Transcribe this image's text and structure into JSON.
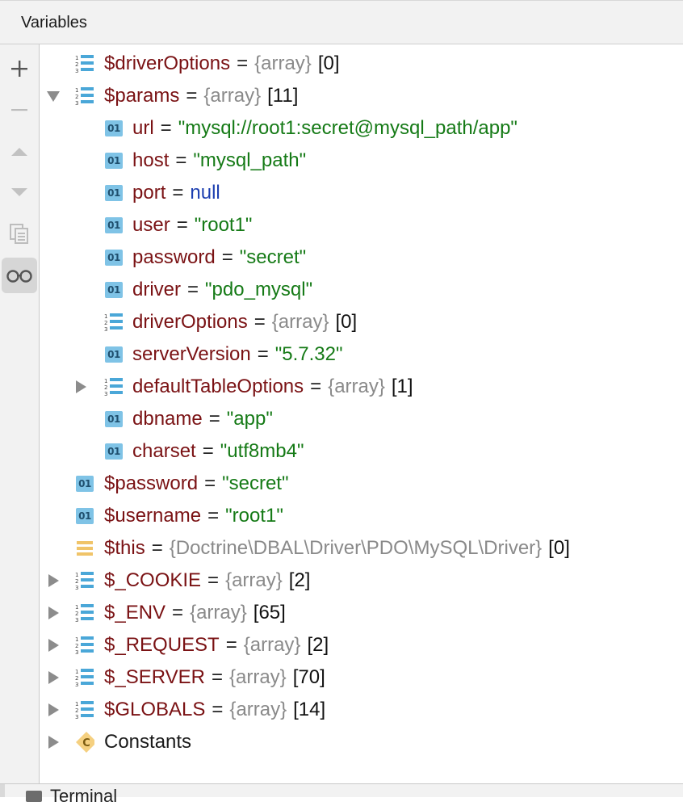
{
  "panel": {
    "title": "Variables"
  },
  "toolbar": {
    "buttons": [
      {
        "name": "add-watch-button",
        "icon": "plus-icon",
        "enabled": true
      },
      {
        "name": "remove-watch-button",
        "icon": "minus-icon",
        "enabled": false
      },
      {
        "name": "move-up-button",
        "icon": "triangle-up-icon",
        "enabled": false
      },
      {
        "name": "move-down-button",
        "icon": "triangle-down-icon",
        "enabled": false
      },
      {
        "name": "copy-button",
        "icon": "copy-icon",
        "enabled": false
      },
      {
        "name": "show-watches-toggle",
        "icon": "glasses-icon",
        "enabled": true,
        "active": true
      }
    ]
  },
  "variables": [
    {
      "indent": 1,
      "toggle": "none",
      "icon": "array",
      "name": "$driverOptions",
      "type": "{array}",
      "count": "[0]"
    },
    {
      "indent": 1,
      "toggle": "expanded",
      "icon": "array",
      "name": "$params",
      "type": "{array}",
      "count": "[11]"
    },
    {
      "indent": 2,
      "toggle": "none",
      "icon": "01",
      "name": "url",
      "value": "\"mysql://root1:secret@mysql_path/app\"",
      "value_kind": "string"
    },
    {
      "indent": 2,
      "toggle": "none",
      "icon": "01",
      "name": "host",
      "value": "\"mysql_path\"",
      "value_kind": "string"
    },
    {
      "indent": 2,
      "toggle": "none",
      "icon": "01",
      "name": "port",
      "value": "null",
      "value_kind": "keyword"
    },
    {
      "indent": 2,
      "toggle": "none",
      "icon": "01",
      "name": "user",
      "value": "\"root1\"",
      "value_kind": "string"
    },
    {
      "indent": 2,
      "toggle": "none",
      "icon": "01",
      "name": "password",
      "value": "\"secret\"",
      "value_kind": "string"
    },
    {
      "indent": 2,
      "toggle": "none",
      "icon": "01",
      "name": "driver",
      "value": "\"pdo_mysql\"",
      "value_kind": "string"
    },
    {
      "indent": 2,
      "toggle": "none",
      "icon": "array",
      "name": "driverOptions",
      "type": "{array}",
      "count": "[0]"
    },
    {
      "indent": 2,
      "toggle": "none",
      "icon": "01",
      "name": "serverVersion",
      "value": "\"5.7.32\"",
      "value_kind": "string"
    },
    {
      "indent": 2,
      "toggle": "collapsed",
      "icon": "array",
      "name": "defaultTableOptions",
      "type": "{array}",
      "count": "[1]"
    },
    {
      "indent": 2,
      "toggle": "none",
      "icon": "01",
      "name": "dbname",
      "value": "\"app\"",
      "value_kind": "string"
    },
    {
      "indent": 2,
      "toggle": "none",
      "icon": "01",
      "name": "charset",
      "value": "\"utf8mb4\"",
      "value_kind": "string"
    },
    {
      "indent": 1,
      "toggle": "none",
      "icon": "01",
      "name": "$password",
      "value": "\"secret\"",
      "value_kind": "string"
    },
    {
      "indent": 1,
      "toggle": "none",
      "icon": "01",
      "name": "$username",
      "value": "\"root1\"",
      "value_kind": "string"
    },
    {
      "indent": 1,
      "toggle": "none",
      "icon": "object",
      "name": "$this",
      "type": "{Doctrine\\DBAL\\Driver\\PDO\\MySQL\\Driver}",
      "count": "[0]"
    },
    {
      "indent": 1,
      "toggle": "collapsed",
      "icon": "array",
      "name": "$_COOKIE",
      "type": "{array}",
      "count": "[2]"
    },
    {
      "indent": 1,
      "toggle": "collapsed",
      "icon": "array",
      "name": "$_ENV",
      "type": "{array}",
      "count": "[65]"
    },
    {
      "indent": 1,
      "toggle": "collapsed",
      "icon": "array",
      "name": "$_REQUEST",
      "type": "{array}",
      "count": "[2]"
    },
    {
      "indent": 1,
      "toggle": "collapsed",
      "icon": "array",
      "name": "$_SERVER",
      "type": "{array}",
      "count": "[70]"
    },
    {
      "indent": 1,
      "toggle": "collapsed",
      "icon": "array",
      "name": "$GLOBALS",
      "type": "{array}",
      "count": "[14]"
    },
    {
      "indent": 1,
      "toggle": "collapsed",
      "icon": "constant",
      "name": "Constants",
      "plain": true
    }
  ],
  "bottom_bar": {
    "tab_label": "Terminal"
  },
  "colors": {
    "var_name": "#7a1214",
    "string_value": "#157a16",
    "keyword_value": "#1d3fb0",
    "type_gray": "#8a8a8a",
    "icon_blue": "#7fc3e6",
    "constant_icon": "#f2c66b"
  }
}
